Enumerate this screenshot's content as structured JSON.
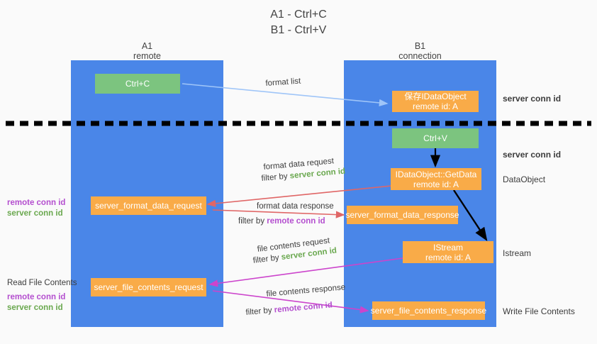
{
  "title": {
    "line1": "A1 - Ctrl+C",
    "line2": "B1 - Ctrl+V"
  },
  "columns": [
    {
      "name": "A1",
      "sub": "remote"
    },
    {
      "name": "B1",
      "sub": "connection"
    }
  ],
  "nodes": {
    "ctrl_c": "Ctrl+C",
    "ctrl_v": "Ctrl+V",
    "save_idataobject": {
      "line1": "保存IDataObject",
      "line2": "remote id: A"
    },
    "idataobject_getdata": {
      "line1": "IDataObject::GetData",
      "line2": "remote id: A"
    },
    "istream": {
      "line1": "IStream",
      "line2": "remote id: A"
    },
    "server_format_data_request": "server_format_data_request",
    "server_format_data_response": "server_format_data_response",
    "server_file_contents_request": "server_file_contents_request",
    "server_file_contents_response": "server_file_contents_response"
  },
  "edges": {
    "format_list": "format list",
    "format_data_request": "format data request",
    "format_data_request_filter_prefix": "filter by ",
    "format_data_request_filter_key": "server conn id",
    "format_data_response": "format data response",
    "format_data_response_filter_prefix": "filter by ",
    "format_data_response_filter_key": "remote conn id",
    "file_contents_request": "file contents request",
    "file_contents_request_filter_prefix": "filter by ",
    "file_contents_request_filter_key": "server conn id",
    "file_contents_response": "file contents response",
    "file_contents_response_filter_prefix": "filter by ",
    "file_contents_response_filter_key": "remote conn id"
  },
  "right_labels": {
    "server_conn_id_top": "server conn id",
    "server_conn_id_second": "server conn id",
    "dataobject": "DataObject",
    "istream": "Istream",
    "write_file_contents": "Write File Contents"
  },
  "left_labels": {
    "remote_conn_id_1": "remote conn id",
    "server_conn_id_1": "server conn id",
    "read_file_contents": "Read File Contents",
    "remote_conn_id_2": "remote conn id",
    "server_conn_id_2": "server conn id"
  },
  "colors": {
    "column": "#4a86e8",
    "green_node": "#7cc47f",
    "orange_node": "#f9ab48",
    "arrow_blue": "#9fc5f8",
    "arrow_red": "#e06666",
    "arrow_magenta": "#cc44cc",
    "arrow_black": "#000000",
    "divider": "#000000",
    "green_text": "#6aa84f",
    "purple_text": "#b44fcf",
    "background": "#fafafa"
  }
}
